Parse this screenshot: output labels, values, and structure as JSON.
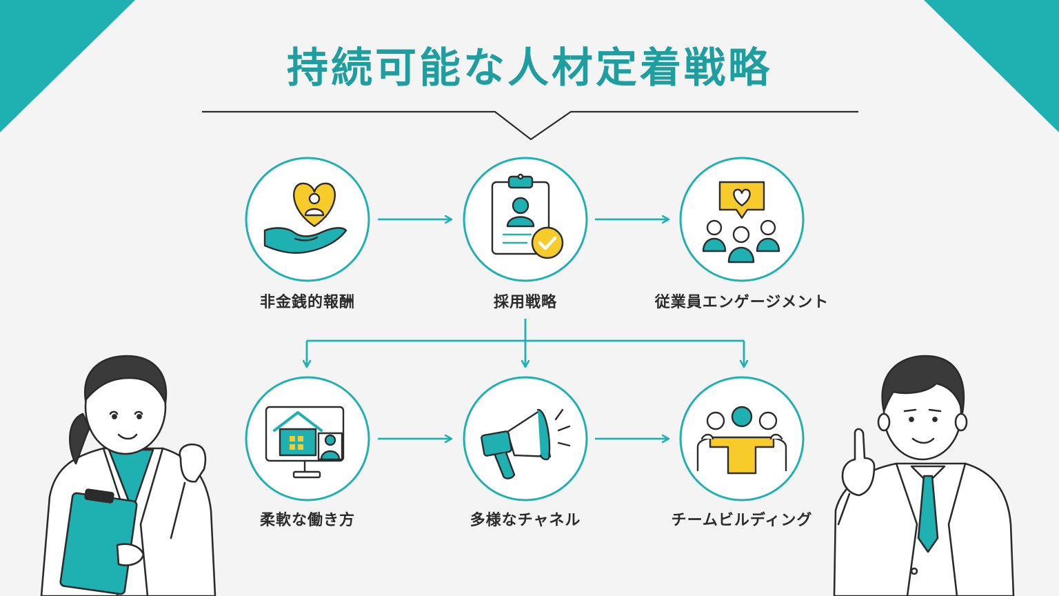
{
  "title": "持続可能な人材定着戦略",
  "colors": {
    "teal": "#1fb0b2",
    "teal_dark": "#1f9ea0",
    "yellow": "#f7cc2a",
    "ink": "#2b2b2b",
    "background": "#f4f4f4"
  },
  "nodes": [
    {
      "id": "non-monetary",
      "label": "非金銭的報酬",
      "icon": "heart-hand-icon"
    },
    {
      "id": "recruitment",
      "label": "採用戦略",
      "icon": "clipboard-check-icon"
    },
    {
      "id": "engagement",
      "label": "従業員エンゲージメント",
      "icon": "group-heart-icon"
    },
    {
      "id": "flexible-work",
      "label": "柔軟な働き方",
      "icon": "remote-work-monitor-icon"
    },
    {
      "id": "channels",
      "label": "多様なチャネル",
      "icon": "megaphone-icon"
    },
    {
      "id": "team-building",
      "label": "チームビルディング",
      "icon": "team-huddle-icon"
    }
  ]
}
